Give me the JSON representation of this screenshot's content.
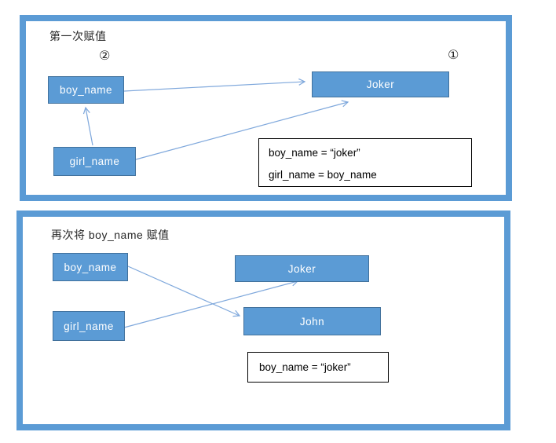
{
  "colors": {
    "panel_border": "#5B9BD5",
    "box_fill": "#5B9BD5",
    "box_border": "#41719C",
    "arrow_line": "#7FA8DC",
    "box_text": "#FFFFFF",
    "code_text": "#000000"
  },
  "panel1": {
    "title": "第一次赋值",
    "step_marker_2": "②",
    "step_marker_1": "①",
    "boxes": {
      "boy_name": "boy_name",
      "girl_name": "girl_name",
      "joker": "Joker"
    },
    "code_box": {
      "line1": "boy_name = “joker”",
      "line2": "girl_name = boy_name"
    }
  },
  "panel2": {
    "title": "再次将 boy_name 赋值",
    "boxes": {
      "boy_name": "boy_name",
      "girl_name": "girl_name",
      "joker": "Joker",
      "john": "John"
    },
    "code_box": {
      "line1": "boy_name = “joker”"
    }
  }
}
